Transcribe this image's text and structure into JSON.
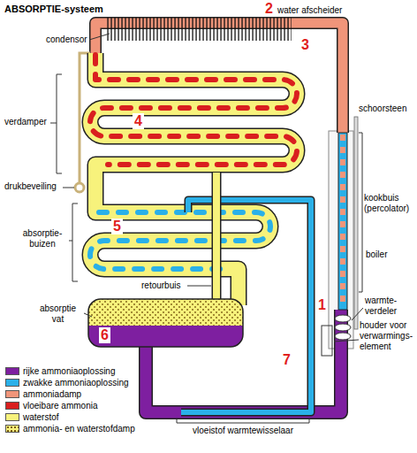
{
  "diagram": {
    "title": "ABSORPTIE-systeem",
    "labels": [
      "condensor",
      "verdamper",
      "drukbeveiling",
      "absorptie- buizen",
      "retourbuis",
      "absorptie vat",
      "water afscheider",
      "schoorsteen",
      "kookbuis (percolator)",
      "boiler",
      "warmte- verdeler",
      "houder voor verwarmings- element",
      "vloeistof warmtewisselaar",
      "1",
      "2",
      "3",
      "4",
      "5",
      "6",
      "7"
    ],
    "legend": [
      {
        "text": "rijke ammoniaoplossing",
        "color": "#7e1fa0"
      },
      {
        "text": "zwakke ammoniaoplossing",
        "color": "#2ab0e8"
      },
      {
        "text": "ammoniadamp",
        "color": "#f0957a"
      },
      {
        "text": "vloeibare ammonia",
        "color": "#d91f1f"
      },
      {
        "text": "waterstof",
        "color": "#f7f27c"
      },
      {
        "text": "ammonia- en waterstofdamp"
      }
    ]
  }
}
